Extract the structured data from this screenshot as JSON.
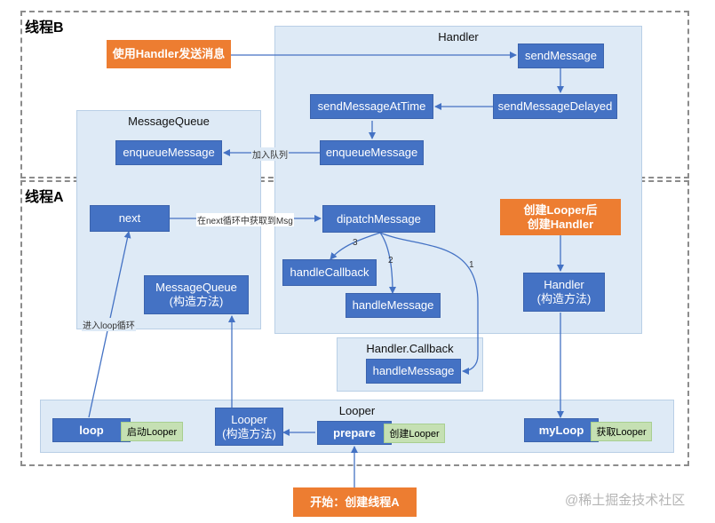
{
  "threads": {
    "b_label": "线程B",
    "a_label": "线程A"
  },
  "panels": {
    "handler": "Handler",
    "message_queue": "MessageQueue",
    "handler_callback": "Handler.Callback",
    "looper": "Looper"
  },
  "nodes": {
    "use_handler_send": "使用Handler发送消息",
    "send_message": "sendMessage",
    "send_message_delayed": "sendMessageDelayed",
    "send_message_at_time": "sendMessageAtTime",
    "enqueue_message_handler": "enqueueMessage",
    "enqueue_message_queue": "enqueueMessage",
    "next": "next",
    "dispatch_message": "dipatchMessage",
    "handle_callback": "handleCallback",
    "handle_message": "handleMessage",
    "callback_handle_message": "handleMessage",
    "message_queue_ctor_line1": "MessageQueue",
    "message_queue_ctor_line2": "(构造方法)",
    "create_handler_line1": "创建Looper后",
    "create_handler_line2": "创建Handler",
    "handler_ctor_line1": "Handler",
    "handler_ctor_line2": "(构造方法)",
    "loop": "loop",
    "looper_ctor_line1": "Looper",
    "looper_ctor_line2": "(构造方法)",
    "prepare": "prepare",
    "my_loop": "myLoop",
    "start": "开始：创建线程A"
  },
  "tags": {
    "start_looper": "启动Looper",
    "create_looper": "创建Looper",
    "get_looper": "获取Looper"
  },
  "edge_labels": {
    "enqueue": "加入队列",
    "get_msg": "在next循环中获取到Msg",
    "enter_loop": "进入loop循环",
    "n1": "1",
    "n2": "2",
    "n3": "3"
  },
  "watermark": "@稀土掘金技术社区",
  "colors": {
    "blue_node": "#4472c4",
    "orange_node": "#ed7d31",
    "green_tag": "#c5e0b3",
    "panel_bg": "#deeaf6",
    "arrow": "#4472c4"
  }
}
